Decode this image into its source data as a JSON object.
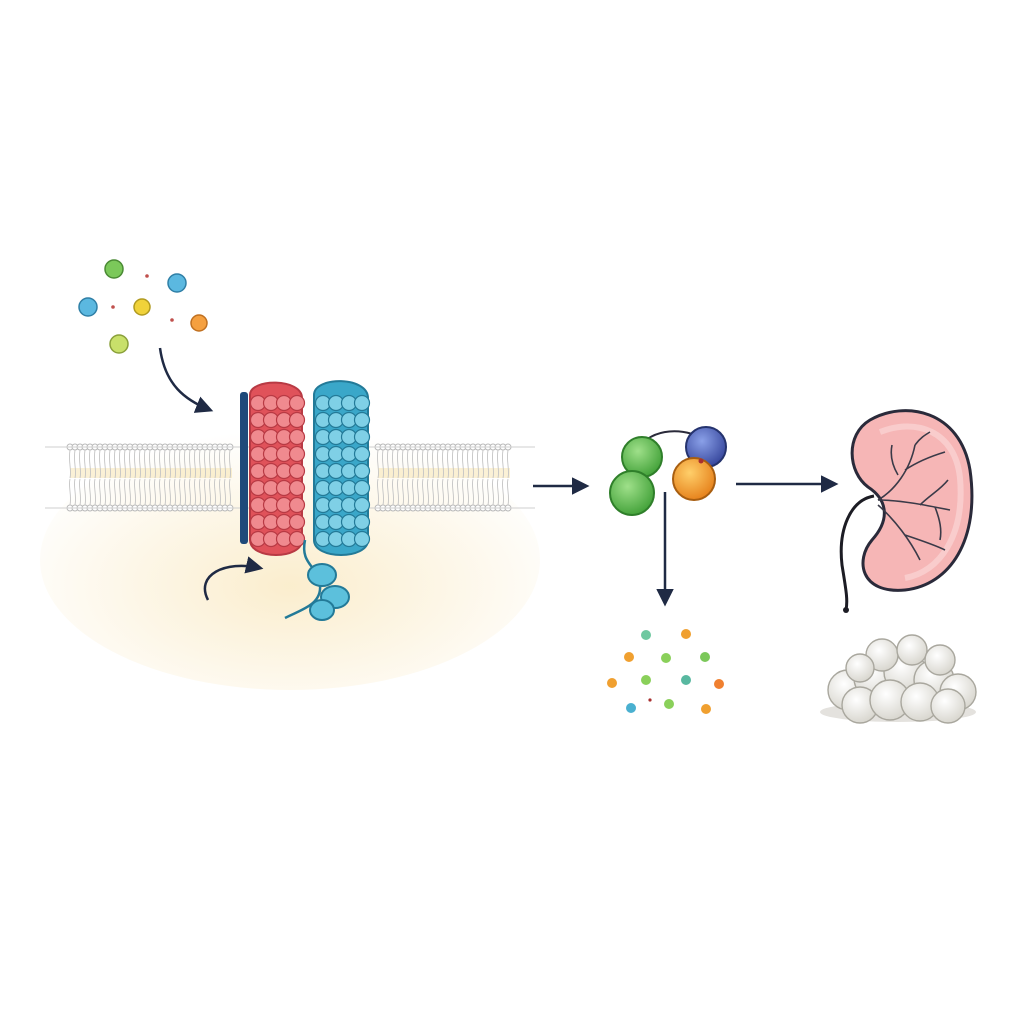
{
  "diagram": {
    "title": "",
    "description_text": "",
    "colors": {
      "arrow": "#1f2a44",
      "receptor_red": "#e0525a",
      "receptor_red_light": "#f08a8f",
      "receptor_blue": "#3aa7c9",
      "receptor_blue_light": "#7fd0e6",
      "membrane_line": "#b9b9b9",
      "membrane_glow": "#f7dfa5",
      "green": "#58b84a",
      "blue_dark": "#4a5db0",
      "orange": "#f0a030",
      "yellow": "#e8c93a",
      "kidney_fill": "#f6b6b6",
      "kidney_outline": "#2a2a3a",
      "cluster_fill": "#ecebe6"
    },
    "nodes": [
      {
        "id": "ligands",
        "kind": "particle-cluster",
        "icon": "ligand-molecules"
      },
      {
        "id": "membrane",
        "kind": "lipid-bilayer",
        "icon": "cell-membrane"
      },
      {
        "id": "receptor-red",
        "kind": "protein-channel",
        "icon": "red-subunit"
      },
      {
        "id": "receptor-blue",
        "kind": "protein-channel",
        "icon": "blue-subunit"
      },
      {
        "id": "complex",
        "kind": "protein-complex",
        "icon": "signaling-complex"
      },
      {
        "id": "products",
        "kind": "particle-cluster",
        "icon": "released-molecules"
      },
      {
        "id": "kidney",
        "kind": "organ",
        "icon": "kidney"
      },
      {
        "id": "cell-cluster",
        "kind": "tissue",
        "icon": "cell-aggregate"
      }
    ],
    "edges": [
      {
        "from": "ligands",
        "to": "receptor-red",
        "style": "curved-arrow"
      },
      {
        "from": "receptor-red",
        "to": "receptor-red",
        "style": "curved-arrow-loop"
      },
      {
        "from": "membrane",
        "to": "complex",
        "style": "straight-arrow"
      },
      {
        "from": "complex",
        "to": "products",
        "style": "straight-arrow"
      },
      {
        "from": "complex",
        "to": "kidney",
        "style": "straight-arrow"
      }
    ]
  }
}
